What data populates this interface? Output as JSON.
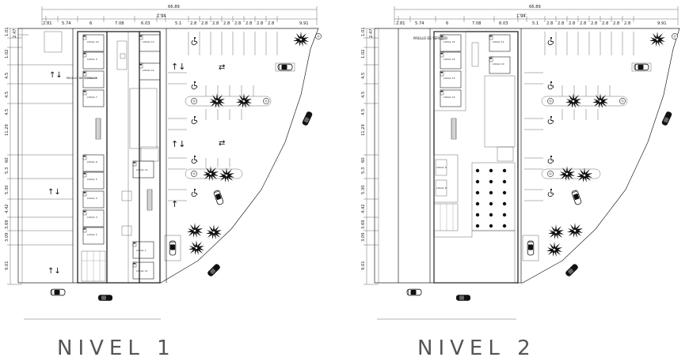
{
  "plans": [
    {
      "title": "NIVEL 1",
      "total_dim": "66.89",
      "sub_dim": "1.94",
      "horizontal_dims": [
        "2.81",
        "5.74",
        "6",
        "7.08",
        "6.03",
        "5.1",
        "2.8",
        "2.8",
        "2.8",
        "2.8",
        "2.8",
        "2.8",
        "2.8",
        "2.8",
        "9.91"
      ],
      "vertical_dims": [
        "1.01",
        "2.47",
        "1.02",
        "4.5",
        "4.5",
        "4.5",
        "11.29",
        "60",
        "5.3",
        "5.30",
        "4.42",
        "3.69",
        "3.09",
        "9.01"
      ],
      "hall_label": "PASILLO DE SERVICIO",
      "locales": [
        "LOCAL 10",
        "LOCAL 9",
        "LOCAL 8",
        "LOCAL 7",
        "LOCAL 6",
        "LOCAL 5",
        "LOCAL 4",
        "LOCAL 3",
        "LOCAL 2",
        "LOCAL 1",
        "LOCAL 11",
        "LOCAL 12",
        "LOCAL 13",
        "LOCAL 14",
        "LOCAL 15"
      ]
    },
    {
      "title": "NIVEL 2",
      "total_dim": "66.89",
      "sub_dim": "1.94",
      "horizontal_dims": [
        "2.81",
        "5.74",
        "6",
        "7.08",
        "6.03",
        "5.1",
        "2.8",
        "2.8",
        "2.8",
        "2.8",
        "2.8",
        "2.8",
        "2.8",
        "2.8",
        "9.91"
      ],
      "vertical_dims": [
        "1.01",
        "2.47",
        "1.02",
        "4.5",
        "4.5",
        "4.5",
        "11.29",
        "60",
        "5.3",
        "5.30",
        "4.42",
        "3.69",
        "3.09",
        "9.01"
      ],
      "hall_label": "PASILLO DE SERVICIO",
      "locales": [
        "LOCAL 15",
        "LOCAL 14",
        "LOCAL 13",
        "LOCAL 12",
        "LOCAL 11",
        "LOCAL 10",
        "LOCAL 9",
        "LOCAL 8"
      ]
    }
  ],
  "icons": [
    "parking-space",
    "wheelchair-accessible-icon",
    "palm-tree-icon",
    "car-icon",
    "traffic-arrow-icon"
  ]
}
